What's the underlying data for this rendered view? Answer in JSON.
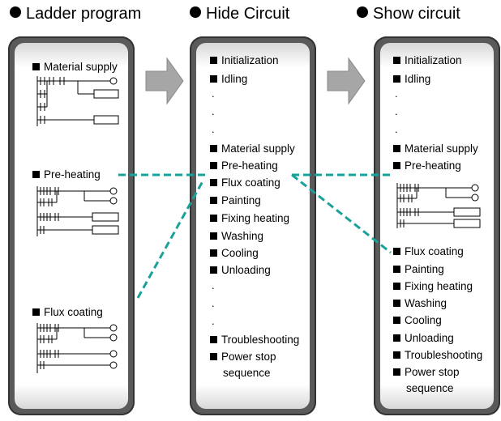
{
  "headings": [
    "Ladder program",
    "Hide Circuit",
    "Show circuit"
  ],
  "ladder_panel": {
    "items": [
      "Material supply",
      "Pre-heating",
      "Flux coating"
    ]
  },
  "hide_panel": {
    "items_top": [
      "Initialization",
      "Idling"
    ],
    "items_mid": [
      "Material supply",
      "Pre-heating",
      "Flux coating",
      "Painting",
      "Fixing heating",
      "Washing",
      "Cooling",
      "Unloading"
    ],
    "items_bottom": [
      "Troubleshooting",
      "Power stop"
    ],
    "continuation": "sequence",
    "ellipsis": "."
  },
  "show_panel": {
    "items_top": [
      "Initialization",
      "Idling",
      "Material supply",
      "Pre-heating"
    ],
    "items_bottom": [
      "Flux coating",
      "Painting",
      "Fixing heating",
      "Washing",
      "Cooling",
      "Unloading",
      "Troubleshooting",
      "Power stop"
    ],
    "continuation": "sequence",
    "ellipsis": "."
  },
  "colors": {
    "connector": "#1aa19a",
    "arrow": "#a0a0a0",
    "panel_frame": "#5a5a5a"
  }
}
